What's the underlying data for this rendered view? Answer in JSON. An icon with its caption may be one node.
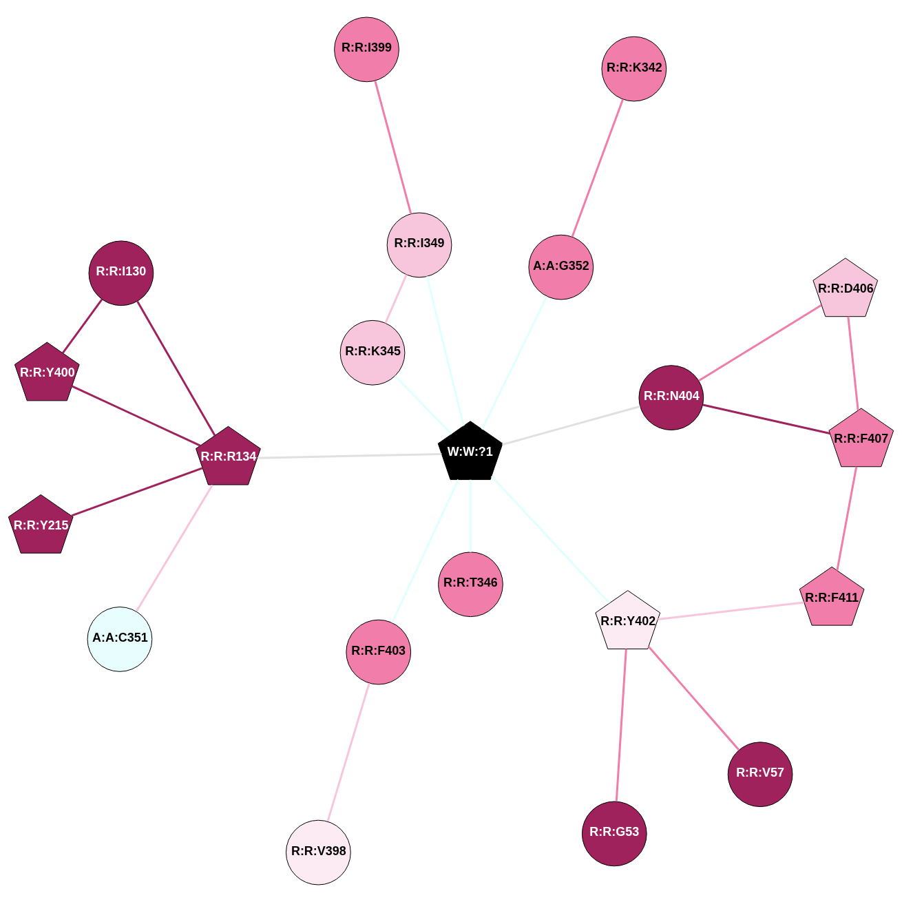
{
  "diagram": {
    "nodes": [
      {
        "text": [
          "A:A:C351"
        ]
      },
      {
        "text": [
          "R:R:K342"
        ]
      },
      {
        "text": [
          "R:R:G53"
        ]
      },
      {
        "text": [
          "A:A:G352"
        ]
      },
      {
        "text": [
          "R:R:F407"
        ]
      },
      {
        "text": [
          "R:R:N404"
        ]
      },
      {
        "text": [
          "R:R:R134"
        ]
      },
      {
        "text": [
          "R:R:V57"
        ]
      },
      {
        "text": [
          "R:R:D406"
        ]
      },
      {
        "text": [
          "R:R:F403"
        ]
      },
      {
        "text": [
          "W:W:?1"
        ]
      },
      {
        "text": [
          "R:R:K345"
        ]
      },
      {
        "text": [
          "R:R:I130"
        ]
      },
      {
        "text": [
          "R:R:Y402"
        ]
      },
      {
        "text": [
          "R:R:F411"
        ]
      },
      {
        "text": [
          "R:R:T346"
        ]
      },
      {
        "text": [
          "R:R:I349"
        ]
      },
      {
        "text": [
          "R:R:Y215"
        ]
      },
      {
        "text": [
          "R:R:V398"
        ]
      },
      {
        "text": [
          "R:R:I399"
        ]
      },
      {
        "text": [
          "R:R:Y400"
        ]
      }
    ],
    "edges": [
      {
        "from": 1,
        "to": 3,
        "arrow": "none",
        "color": "#f07daa"
      },
      {
        "from": 0,
        "to": 6,
        "arrow": "none",
        "color": "#f8c6dc"
      },
      {
        "from": 2,
        "to": 13,
        "arrow": "none",
        "color": "#f07daa"
      },
      {
        "from": 4,
        "to": 5,
        "arrow": "none",
        "color": "#a0225d"
      },
      {
        "from": 4,
        "to": 8,
        "arrow": "none",
        "color": "#f07daa"
      },
      {
        "from": 4,
        "to": 14,
        "arrow": "none",
        "color": "#f07daa"
      },
      {
        "from": 5,
        "to": 8,
        "arrow": "none",
        "color": "#f07daa"
      },
      {
        "from": 5,
        "to": 10,
        "arrow": "none",
        "color": "#e0e0e0"
      },
      {
        "from": 6,
        "to": 10,
        "arrow": "none",
        "color": "#e0e0e0"
      },
      {
        "from": 7,
        "to": 13,
        "arrow": "none",
        "color": "#f07daa"
      },
      {
        "from": 6,
        "to": 12,
        "arrow": "none",
        "color": "#a0225d"
      },
      {
        "from": 6,
        "to": 17,
        "arrow": "none",
        "color": "#a0225d"
      },
      {
        "from": 6,
        "to": 20,
        "arrow": "none",
        "color": "#a0225d"
      },
      {
        "from": 12,
        "to": 20,
        "arrow": "none",
        "color": "#a0225d"
      },
      {
        "from": 11,
        "to": 16,
        "arrow": "none",
        "color": "#f8c6dc"
      },
      {
        "from": 13,
        "to": 14,
        "arrow": "none",
        "color": "#f8c6dc"
      },
      {
        "from": 9,
        "to": 18,
        "arrow": "none",
        "color": "#f8c6dc"
      },
      {
        "from": 16,
        "to": 19,
        "arrow": "none",
        "color": "#f07daa"
      },
      {
        "from": 10,
        "to": 3,
        "arrow": "none",
        "color": "#e0ffff"
      },
      {
        "from": 10,
        "to": 9,
        "arrow": "none",
        "color": "#e0ffff"
      },
      {
        "from": 10,
        "to": 11,
        "arrow": "none",
        "color": "#e0ffff"
      },
      {
        "from": 10,
        "to": 13,
        "arrow": "none",
        "color": "#e0ffff"
      },
      {
        "from": 10,
        "to": 15,
        "arrow": "none",
        "color": "#e0ffff"
      },
      {
        "from": 10,
        "to": 16,
        "arrow": "none",
        "color": "#e0ffff"
      }
    ]
  }
}
